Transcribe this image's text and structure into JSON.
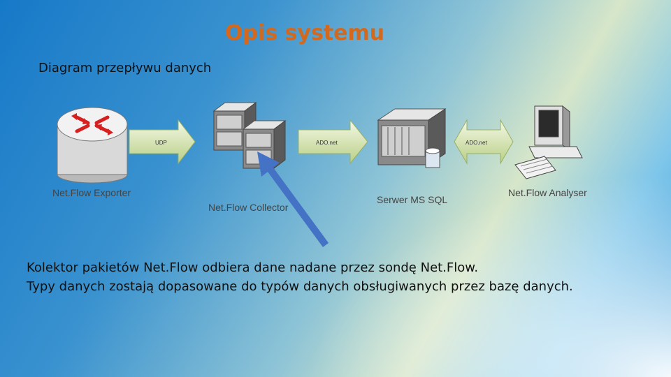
{
  "slide": {
    "title": "Opis systemu",
    "subtitle": "Diagram przepływu danych",
    "paragraphs": [
      "Kolektor pakietów Net.Flow odbiera dane nadane przez sondę Net.Flow.",
      "Typy danych zostają dopasowane do typów danych obsługiwanych przez bazę danych."
    ]
  },
  "diagram": {
    "nodes": [
      {
        "id": "exporter",
        "label": "Net.Flow Exporter",
        "icon": "router-icon"
      },
      {
        "id": "collector",
        "label": "Net.Flow Collector",
        "icon": "server-rack-icon"
      },
      {
        "id": "sql",
        "label": "Serwer MS SQL",
        "icon": "database-server-icon"
      },
      {
        "id": "analyser",
        "label": "Net.Flow Analyser",
        "icon": "workstation-icon"
      }
    ],
    "links": [
      {
        "from": "exporter",
        "to": "collector",
        "label": "UDP"
      },
      {
        "from": "collector",
        "to": "sql",
        "label": "ADO.net"
      },
      {
        "from": "sql",
        "to": "analyser",
        "label": "ADO.net"
      }
    ],
    "highlight_color": "#4472c4"
  }
}
